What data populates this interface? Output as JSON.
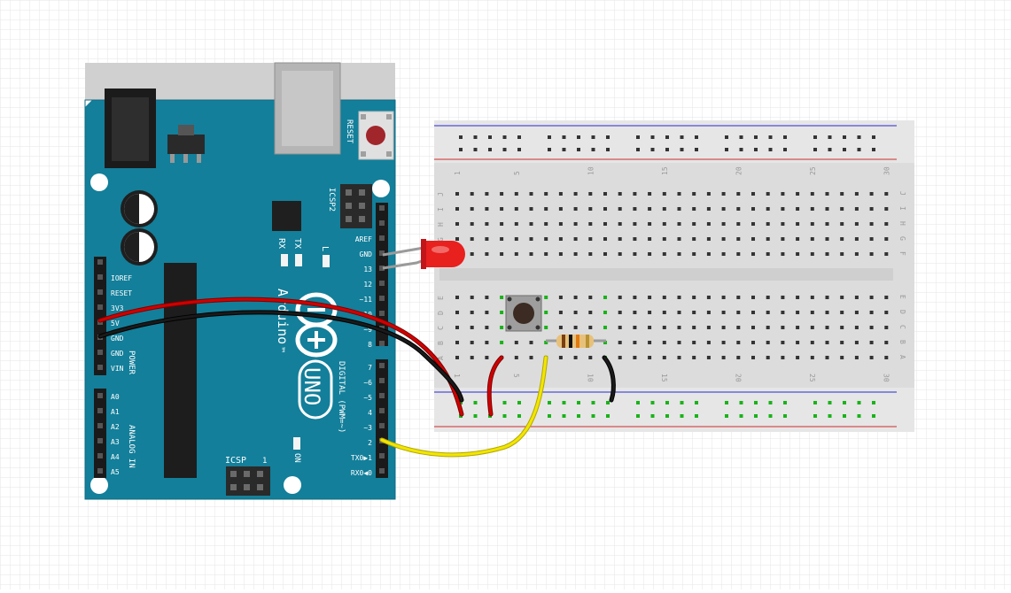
{
  "arduino": {
    "reset": "RESET",
    "icsp2": "ICSP2",
    "icsp": "ICSP",
    "icsp_pin1": "1",
    "brand": "Arduino",
    "tm": "™",
    "model": "UNO",
    "on": "ON",
    "led_l": "L",
    "tx": "TX",
    "rx": "RX",
    "power_header": "POWER",
    "analog_header": "ANALOG IN",
    "digital_header": "DIGITAL (PWM=~)",
    "power_pins": [
      "IOREF",
      "RESET",
      "3V3",
      "5V",
      "GND",
      "GND",
      "VIN"
    ],
    "analog_pins": [
      "A0",
      "A1",
      "A2",
      "A3",
      "A4",
      "A5"
    ],
    "digital_top_pins": [
      "AREF",
      "GND",
      "13",
      "12",
      "~11",
      "~10",
      "~9",
      "8"
    ],
    "digital_bottom_pins": [
      "7",
      "~6",
      "~5",
      "4",
      "~3",
      "2",
      "TX0▶1",
      "RX0◀0"
    ]
  },
  "breadboard": {
    "columns": 30,
    "column_labels": [
      "1",
      "5",
      "10",
      "15",
      "20",
      "25",
      "30"
    ],
    "rows_top": [
      "J",
      "I",
      "H",
      "G",
      "F"
    ],
    "rows_bottom": [
      "E",
      "D",
      "C",
      "B",
      "A"
    ]
  },
  "components": {
    "led": {
      "color": "red"
    },
    "button": {
      "type": "pushbutton"
    },
    "resistor": {
      "bands": [
        "brown",
        "black",
        "orange",
        "gold"
      ]
    }
  },
  "wires": {
    "power_5v": {
      "color": "#d00000"
    },
    "ground": {
      "color": "#1a1a1a"
    },
    "signal_pin2": {
      "color": "#f2e600"
    }
  }
}
